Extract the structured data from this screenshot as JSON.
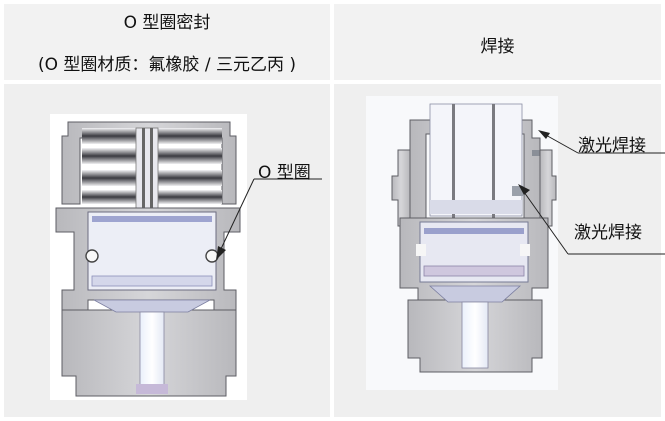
{
  "table": {
    "left_header": {
      "title": "O 型圈密封",
      "subtitle": "(O 型圈材质：氟橡胶 / 三元乙丙 )"
    },
    "right_header": {
      "title": "焊接"
    }
  },
  "left_panel": {
    "callouts": [
      {
        "label": "O 型圈"
      }
    ]
  },
  "right_panel": {
    "callouts": [
      {
        "label": "激光焊接"
      },
      {
        "label": "激光焊接"
      }
    ]
  },
  "colors": {
    "cell_bg": "#efefef",
    "metal": "#c9c9cc",
    "metal_dark": "#6d6d72",
    "accent_blue": "#b9bedd"
  }
}
